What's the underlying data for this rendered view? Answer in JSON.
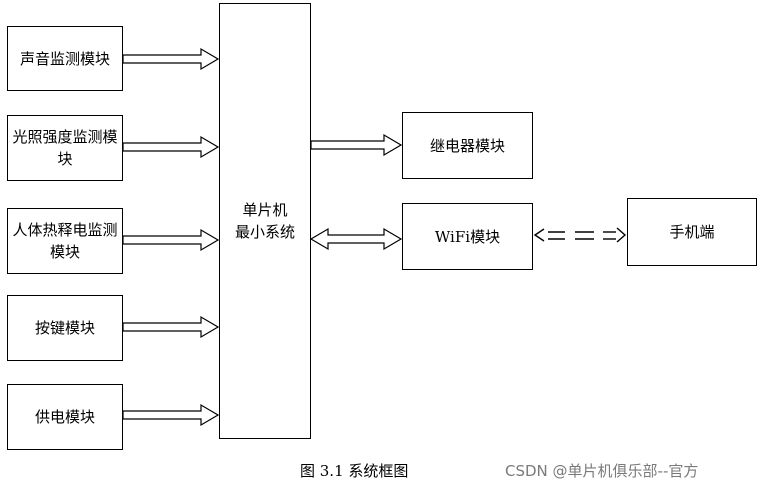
{
  "modules": {
    "sound": "声音监测模块",
    "light_line1": "光照强度监测模",
    "light_line2": "块",
    "pir_line1": "人体热释电监测",
    "pir_line2": "模块",
    "key": "按键模块",
    "power": "供电模块",
    "mcu_line1": "单片机",
    "mcu_line2": "最小系统",
    "relay": "继电器模块",
    "wifi": "WiFi模块",
    "phone": "手机端"
  },
  "caption": "图 3.1  系统框图",
  "watermark": "CSDN @单片机俱乐部--官方"
}
